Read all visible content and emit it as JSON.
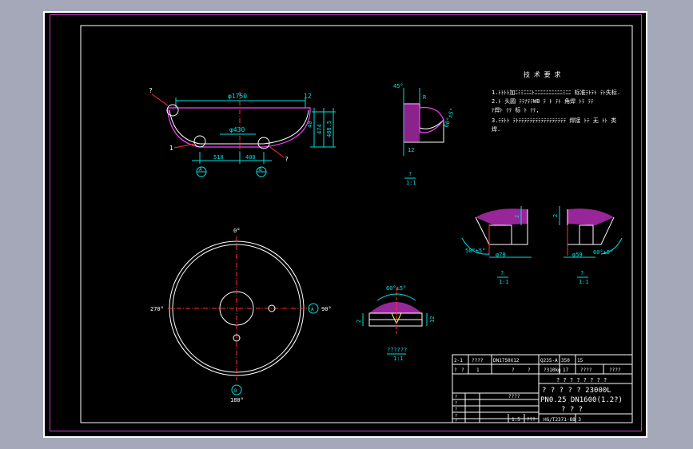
{
  "colors": {
    "background": "#000000",
    "frame": "#ffffff",
    "border_magenta": "#c040c0",
    "cyan": "#00e0e0",
    "red": "#ff3030",
    "green": "#40ff40",
    "magenta": "#ff40ff",
    "yellow": "#ffff40"
  },
  "elevation_view": {
    "leader_top": "?",
    "dim_diameter": "φ1750",
    "dim_thickness": "12",
    "dim_40": "40",
    "dim_474": "474",
    "dim_488": "488.5",
    "dim_hole": "φ430",
    "leader_left": "1",
    "leader_right": "?",
    "dim_510": "510",
    "dim_400": "400",
    "detail_a": "A",
    "detail_b": "B"
  },
  "weld_detail_top": {
    "dim_45": "45°",
    "dim_r": "R",
    "dim_angle": "60°±5°",
    "dim_12": "12",
    "label": "?",
    "scale": "1:1"
  },
  "notes": {
    "title": "技 术 要 求",
    "lines": [
      "1.ﾄﾄﾄﾄ加ﾆﾐﾐﾆﾆﾆﾄﾆﾆﾆﾆﾆﾆﾆﾆﾆﾆﾐﾆﾆ 标准ﾃﾄﾃﾄ ﾃﾄ失标.",
      "2.ﾄ 头圆 ﾃﾃﾅﾃﾃWB ﾃ ﾄ ﾃﾄ 角焊 ﾄﾃ ﾃﾃ",
      "  ﾃ焊ﾄ ﾃﾃ 标 ﾄ ﾃﾃ,",
      "3.ﾃﾃﾄﾄ ﾃﾄﾃﾃﾃﾃﾃﾃﾃﾃﾃﾃﾃﾃﾃﾃﾃﾃﾃ 焊接 ﾄﾃ 无 ﾄﾄ 类",
      "焊."
    ]
  },
  "detail_a": {
    "dim_top": "2",
    "dim_angle": "50°±5°",
    "dim_dia": "φ78",
    "label": "?",
    "scale": "1:1"
  },
  "detail_b": {
    "dim_top": "2",
    "dim_angle": "60°±5°",
    "dim_dia": "φ59",
    "label": "?",
    "scale": "1:1"
  },
  "plan_view": {
    "angle_0": "0°",
    "angle_90": "90°",
    "angle_180": "180°",
    "angle_270": "270°",
    "marker_right": "A",
    "marker_bottom": "B"
  },
  "weld_detail_bottom": {
    "dim_angle": "60°±5°",
    "dim_2": "2",
    "dim_12": "12",
    "label": "??????",
    "scale": "1:1"
  },
  "title_block": {
    "row1": [
      "2-1",
      "????",
      "DN1750X12",
      "Q235-A",
      "350",
      "15"
    ],
    "row2": [
      "?",
      "?",
      "1",
      "?",
      "?",
      "?310kg",
      "17",
      "????",
      "????"
    ],
    "drawing_name": "? ? ? ? ? ? ? ?",
    "line1": "? ? ? ? ? 23000L",
    "line2": "PN0.25   DN1600(1.2?)",
    "line3": "? ? ?",
    "small_cells": [
      "?",
      "?",
      "?",
      "?",
      "?"
    ],
    "code1": "????",
    "code2": "1:5",
    "code3": "???",
    "code4": "HG/T2371-88 3"
  }
}
